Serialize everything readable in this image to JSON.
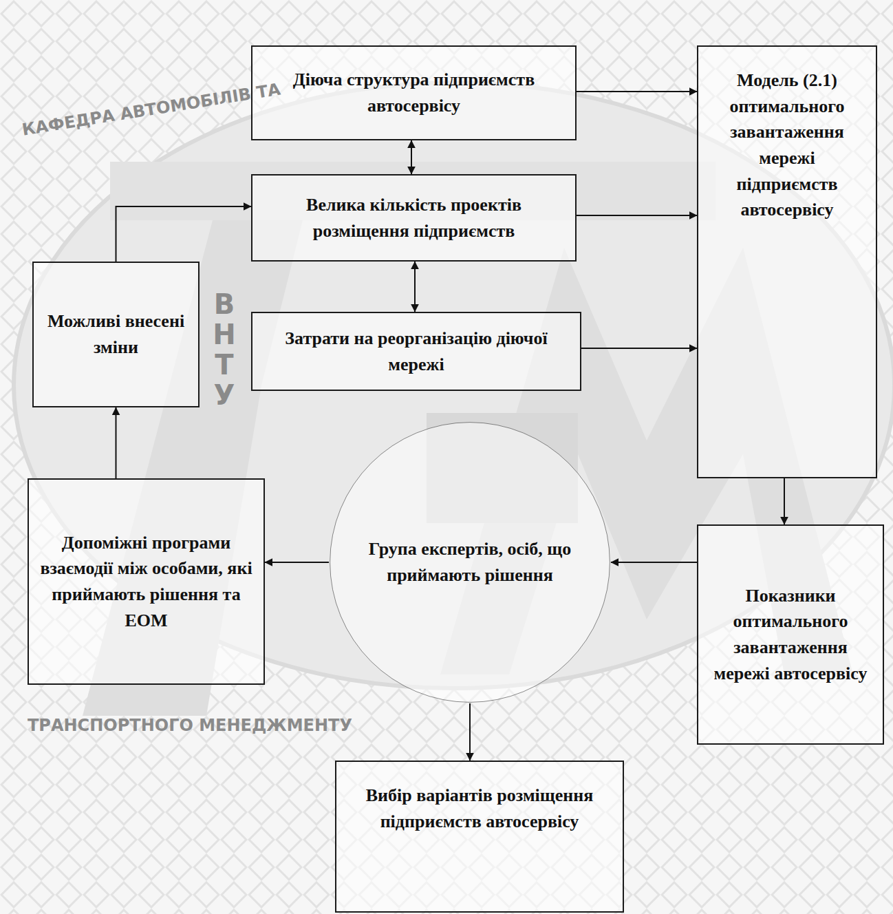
{
  "diagram": {
    "nodes": [
      {
        "text": [
          "Діюча структура підприємств автосервісу"
        ]
      },
      {
        "text": [
          "Велика кількість проектів розміщення підприємств"
        ]
      },
      {
        "text": [
          "Можливі внесені зміни"
        ]
      },
      {
        "text": [
          "Затрати на реорганізацію діючої мережі"
        ]
      },
      {
        "text": [
          "Модель (2.1) оптимального завантаження мережі підприємств автосервісу"
        ]
      },
      {
        "text": [
          "Допоміжні програми взаємодії між особами, які приймають рішення та ЕОМ"
        ]
      },
      {
        "text": [
          "Група експертів, осіб, що приймають рішення"
        ]
      },
      {
        "text": [
          "Показники оптимального завантаження мережі автосервісу"
        ]
      },
      {
        "text": [
          "Вибір варіантів розміщення підприємств автосервісу"
        ]
      }
    ],
    "edges": [
      {
        "from": 0,
        "to": 4,
        "arrow": "to"
      },
      {
        "from": 0,
        "to": 1,
        "arrow": "both"
      },
      {
        "from": 1,
        "to": 4,
        "arrow": "to"
      },
      {
        "from": 1,
        "to": 3,
        "arrow": "both"
      },
      {
        "from": 3,
        "to": 4,
        "arrow": "to"
      },
      {
        "from": 4,
        "to": 7,
        "arrow": "to"
      },
      {
        "from": 7,
        "to": 6,
        "arrow": "to"
      },
      {
        "from": 6,
        "to": 5,
        "arrow": "to"
      },
      {
        "from": 5,
        "to": 2,
        "arrow": "to"
      },
      {
        "from": 2,
        "to": 1,
        "arrow": "to"
      },
      {
        "from": 6,
        "to": 8,
        "arrow": "to"
      }
    ],
    "labels": [
      "КАФЕДРА АВТОМОБІЛІВ ТА",
      "ТРАНСПОРТНОГО МЕНЕДЖМЕНТУ",
      "ВНТУ"
    ]
  }
}
